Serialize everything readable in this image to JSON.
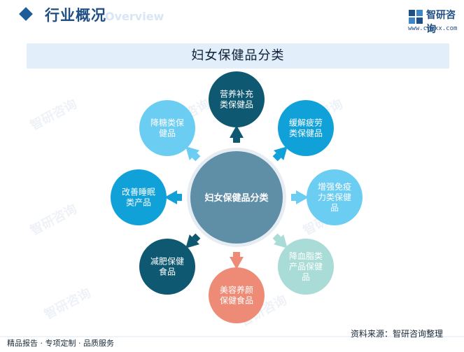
{
  "header": {
    "title": "行业概况",
    "title_ghost": "Overview",
    "brand_name": "智研咨询",
    "brand_url": "www.chyxx.com"
  },
  "diagram": {
    "title": "妇女保健品分类",
    "center": {
      "label": "妇女保健品分类",
      "color": "#5f8ea7"
    },
    "nodes": [
      {
        "label": "营养补充类保健品",
        "lines": [
          "营养补充",
          "类保健品"
        ],
        "color": "#0f5872"
      },
      {
        "label": "缓解疲劳类保健品",
        "lines": [
          "缓解疲劳",
          "类保健品"
        ],
        "color": "#11a1d9"
      },
      {
        "label": "增强免疫力类保健品",
        "lines": [
          "增强免疫",
          "力类保健",
          "品"
        ],
        "color": "#6ccdf2"
      },
      {
        "label": "降血脂类产品保健品",
        "lines": [
          "降血脂类",
          "产品保健",
          "品"
        ],
        "color": "#a9dcd6"
      },
      {
        "label": "美容养颜保健食品",
        "lines": [
          "美容养颜",
          "保健食品"
        ],
        "color": "#ee8b77"
      },
      {
        "label": "减肥保健食品",
        "lines": [
          "减肥保健",
          "食品"
        ],
        "color": "#0f5872"
      },
      {
        "label": "改善睡眠类产品",
        "lines": [
          "改善睡眠",
          "类产品"
        ],
        "color": "#11a1d9"
      },
      {
        "label": "降糖类保健品",
        "lines": [
          "降糖类保",
          "健品"
        ],
        "color": "#6ccdf2"
      }
    ]
  },
  "footer": {
    "left": "精品报告 · 专项定制 · 品质服务",
    "source": "资料来源：智研咨询整理"
  },
  "watermark": "智研咨询"
}
